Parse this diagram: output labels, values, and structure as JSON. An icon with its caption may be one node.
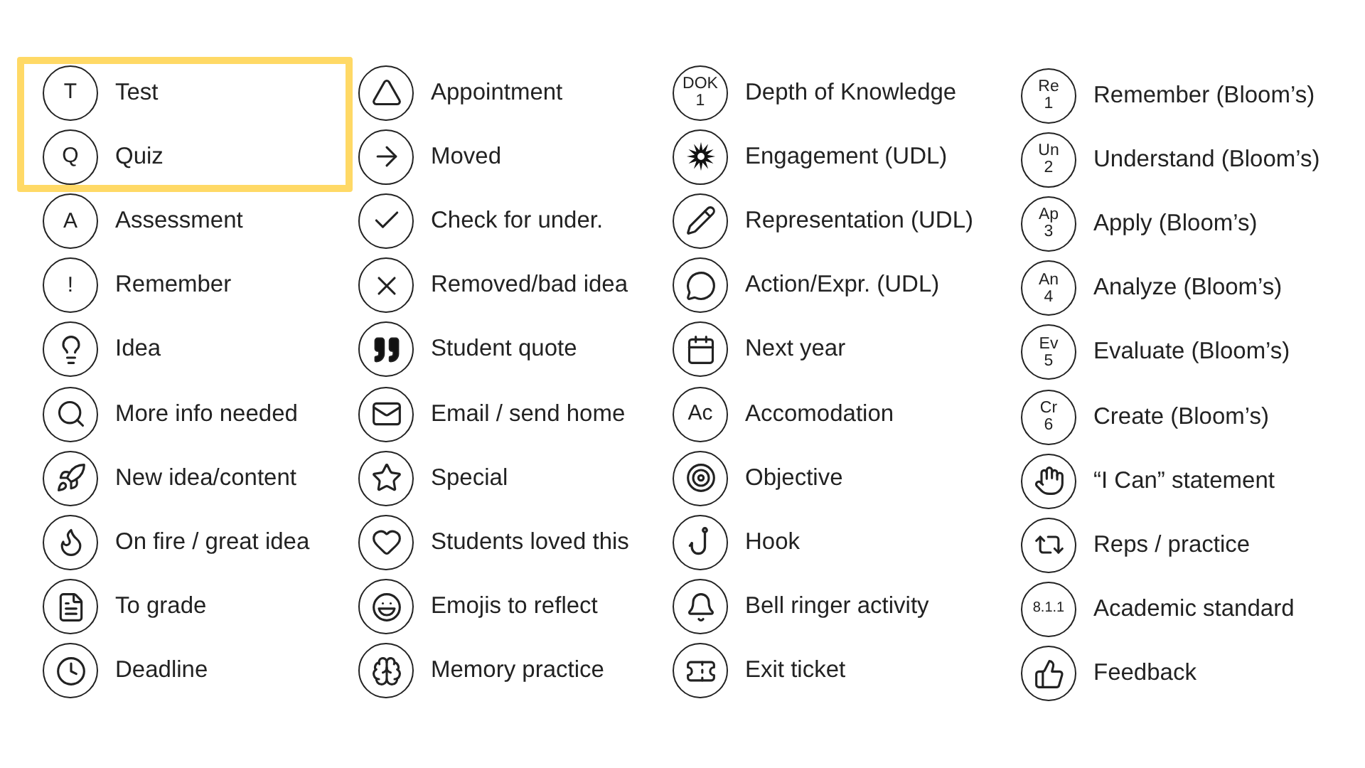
{
  "diagram": {
    "nodes": [
      {
        "text": [],
        "shape": "box"
      },
      {
        "text": [
          "T"
        ],
        "beside": [
          "Test"
        ],
        "in": 0
      },
      {
        "text": [
          "Q"
        ],
        "beside": [
          "Quiz"
        ],
        "in": 0
      },
      {
        "text": [
          "A"
        ],
        "beside": [
          "Assessment"
        ]
      },
      {
        "text": [
          "!"
        ],
        "beside": [
          "Remember"
        ]
      },
      {
        "text": [],
        "shape": "circle",
        "beside": [
          "Idea"
        ]
      },
      {
        "text": [],
        "shape": "circle",
        "beside": [
          "More info needed"
        ]
      },
      {
        "text": [],
        "shape": "circle",
        "beside": [
          "New idea/content"
        ]
      },
      {
        "text": [],
        "shape": "circle",
        "beside": [
          "On fire / great idea"
        ]
      },
      {
        "text": [],
        "shape": "circle",
        "beside": [
          "To grade"
        ]
      },
      {
        "text": [],
        "shape": "circle",
        "beside": [
          "Deadline"
        ]
      },
      {
        "text": [],
        "shape": "circle",
        "beside": [
          "Appointment"
        ]
      },
      {
        "text": [],
        "shape": "circle",
        "beside": [
          "Moved"
        ]
      },
      {
        "text": [],
        "shape": "circle",
        "beside": [
          "Check for under."
        ]
      },
      {
        "text": [],
        "shape": "circle",
        "beside": [
          "Removed/bad idea"
        ]
      },
      {
        "text": [],
        "shape": "circle",
        "beside": [
          "Student quote"
        ]
      },
      {
        "text": [],
        "shape": "circle",
        "beside": [
          "Email / send home"
        ]
      },
      {
        "text": [],
        "shape": "circle",
        "beside": [
          "Special"
        ]
      },
      {
        "text": [],
        "shape": "circle",
        "beside": [
          "Students loved this"
        ]
      },
      {
        "text": [],
        "shape": "circle",
        "beside": [
          "Emojis to reflect"
        ]
      },
      {
        "text": [],
        "shape": "circle",
        "beside": [
          "Memory practice"
        ]
      },
      {
        "text": [
          "DOK 1"
        ],
        "beside": [
          "Depth of Knowledge"
        ]
      },
      {
        "text": [],
        "shape": "circle",
        "beside": [
          "Engagement (UDL)"
        ]
      },
      {
        "text": [],
        "shape": "circle",
        "beside": [
          "Representation (UDL)"
        ]
      },
      {
        "text": [],
        "shape": "circle",
        "beside": [
          "Action/Expr. (UDL)"
        ]
      },
      {
        "text": [],
        "shape": "circle",
        "beside": [
          "Next year"
        ]
      },
      {
        "text": [
          "Ac"
        ],
        "beside": [
          "Accomodation"
        ]
      },
      {
        "text": [],
        "shape": "circle",
        "beside": [
          "Objective"
        ]
      },
      {
        "text": [],
        "shape": "circle",
        "beside": [
          "Hook"
        ]
      },
      {
        "text": [],
        "shape": "circle",
        "beside": [
          "Bell ringer activity"
        ]
      },
      {
        "text": [],
        "shape": "circle",
        "beside": [
          "Exit ticket"
        ]
      },
      {
        "text": [
          "Re 1"
        ],
        "beside": [
          "Remember (Bloom’s)"
        ]
      },
      {
        "text": [
          "Un 2"
        ],
        "beside": [
          "Understand (Bloom’s)"
        ]
      },
      {
        "text": [
          "Ap 3"
        ],
        "beside": [
          "Apply (Bloom’s)"
        ]
      },
      {
        "text": [
          "An 4"
        ],
        "beside": [
          "Analyze (Bloom’s)"
        ]
      },
      {
        "text": [
          "Ev 5"
        ],
        "beside": [
          "Evaluate (Bloom’s)"
        ]
      },
      {
        "text": [
          "Cr 6"
        ],
        "beside": [
          "Create (Bloom’s)"
        ]
      },
      {
        "text": [],
        "shape": "circle",
        "beside": [
          "“I Can” statement"
        ]
      },
      {
        "text": [],
        "shape": "circle",
        "beside": [
          "Reps / practice"
        ]
      },
      {
        "text": [
          "8.1.1"
        ],
        "beside": [
          "Academic standard"
        ]
      },
      {
        "text": [],
        "shape": "circle",
        "beside": [
          "Feedback"
        ]
      }
    ]
  }
}
